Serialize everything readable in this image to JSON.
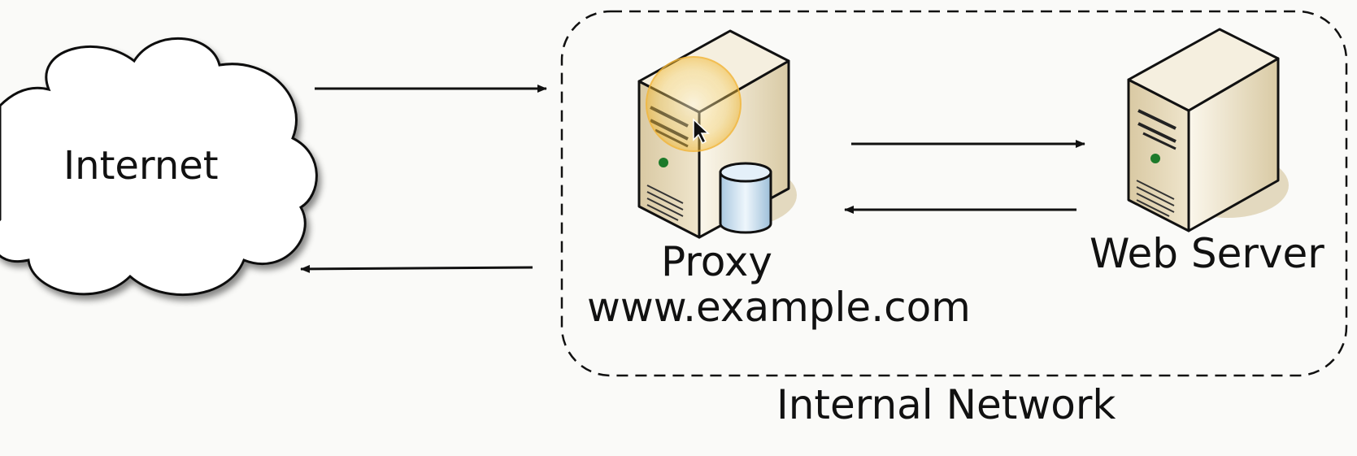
{
  "diagram": {
    "internet_label": "Internet",
    "proxy_label": "Proxy",
    "proxy_hostname": "www.example.com",
    "webserver_label": "Web Server",
    "network_label": "Internal Network"
  },
  "colors": {
    "server_body": "#e8dcc0",
    "server_side": "#d6c7a2",
    "server_top": "#f3ecd9",
    "database": "#cfe3f3",
    "highlight": "#f7c94a",
    "led": "#1d7a2a",
    "line": "#111111"
  },
  "icons": [
    "cloud-icon",
    "proxy-server-icon",
    "database-icon",
    "web-server-icon",
    "cursor-icon"
  ]
}
